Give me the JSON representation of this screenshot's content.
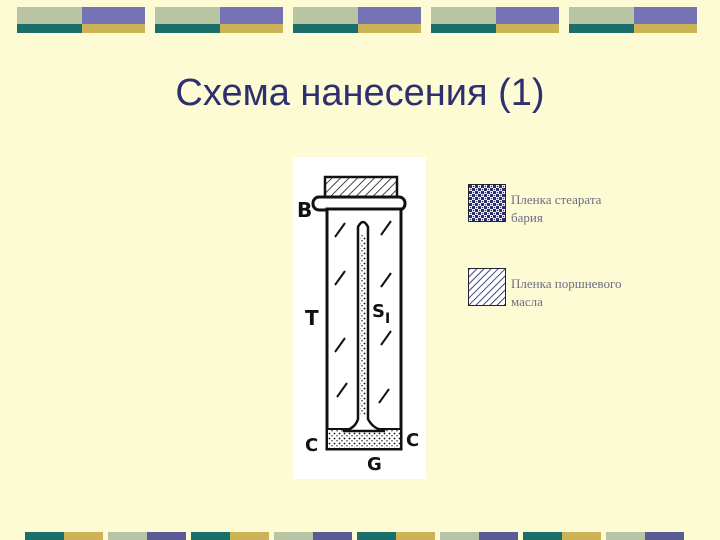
{
  "slide": {
    "title": "Схема нанесения (1)"
  },
  "diagram": {
    "labels": {
      "b": "B",
      "t": "T",
      "s": "S",
      "s_sub": "I",
      "c_left": "C",
      "c_right": "C",
      "g": "G"
    }
  },
  "legend": {
    "items": [
      {
        "label_line1": "Пленка стеарата",
        "label_line2": "бария",
        "pattern": "checker-dots"
      },
      {
        "label_line1": "Пленка поршневого",
        "label_line2": "масла",
        "pattern": "diagonal-hatch"
      }
    ]
  },
  "colors": {
    "background": "#fdfbd3",
    "title": "#2e2f6f",
    "band_yellow": "#cdb357",
    "band_teal": "#1b6f68",
    "band_sage": "#b8c4a4",
    "band_navy": "#5a5a94",
    "band_blue": "#7673b4"
  }
}
